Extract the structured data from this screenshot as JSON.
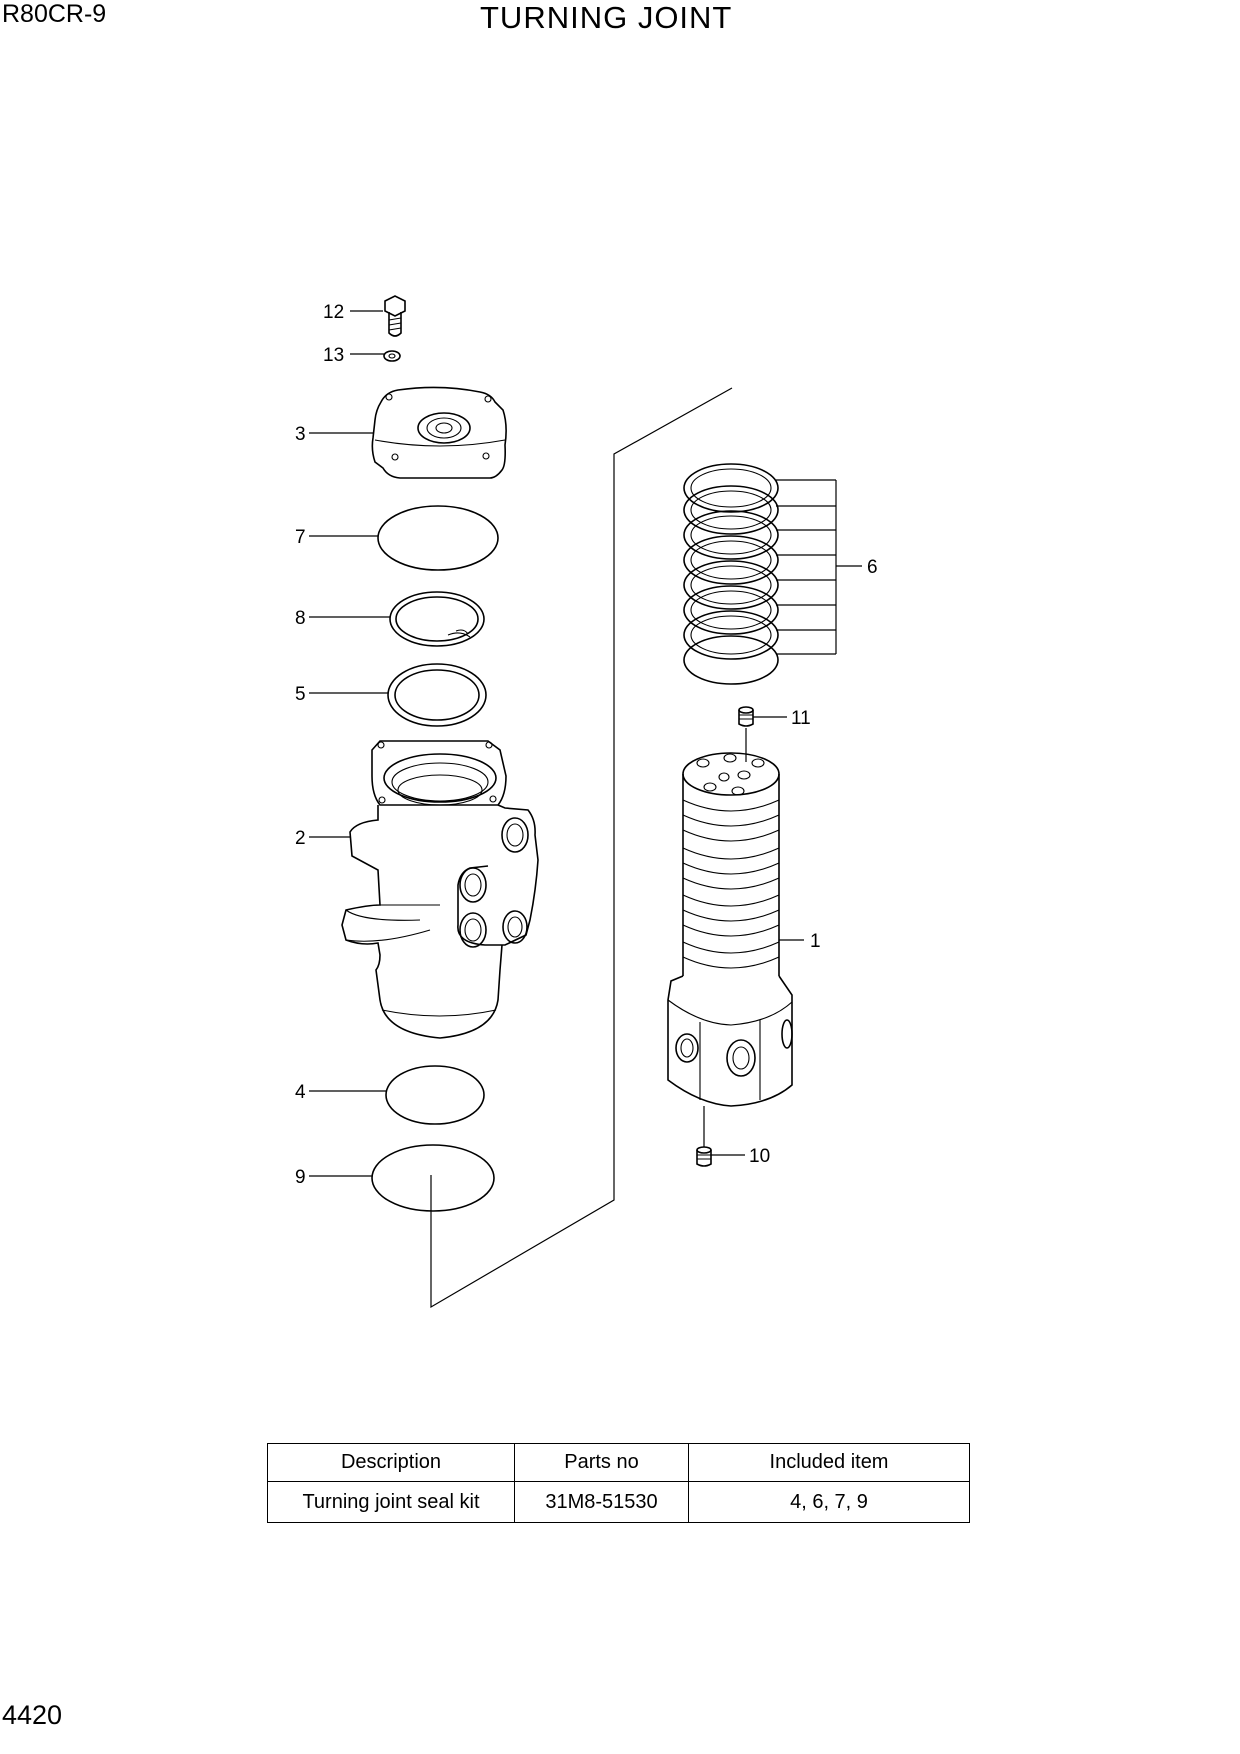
{
  "header": {
    "model": "R80CR-9",
    "title": "TURNING JOINT"
  },
  "page_number": "4420",
  "callouts": [
    "12",
    "13",
    "3",
    "7",
    "8",
    "5",
    "2",
    "4",
    "9",
    "6",
    "11",
    "1",
    "10"
  ],
  "kit_table": {
    "headers": [
      "Description",
      "Parts no",
      "Included item"
    ],
    "rows": [
      [
        "Turning joint seal kit",
        "31M8-51530",
        "4, 6, 7, 9"
      ]
    ]
  }
}
